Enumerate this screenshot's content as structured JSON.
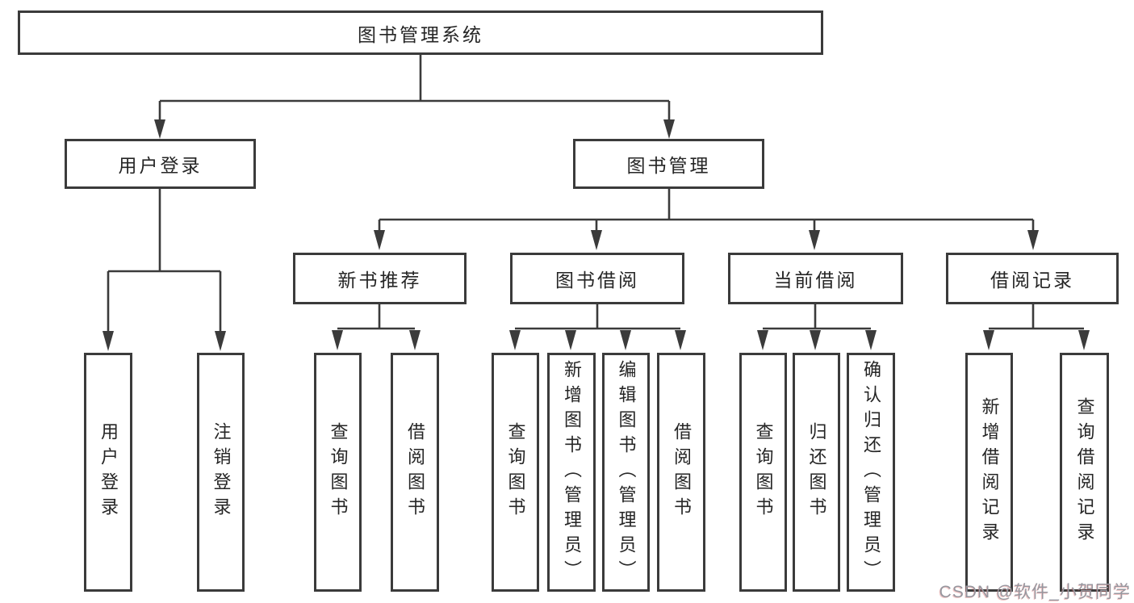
{
  "diagram": {
    "root": {
      "label": "图书管理系统"
    },
    "level2": [
      {
        "label": "用户登录"
      },
      {
        "label": "图书管理"
      }
    ],
    "level3": [
      {
        "label": "新书推荐"
      },
      {
        "label": "图书借阅"
      },
      {
        "label": "当前借阅"
      },
      {
        "label": "借阅记录"
      }
    ],
    "leaves": [
      "用户登录",
      "注销登录",
      "查询图书",
      "借阅图书",
      "查询图书",
      "新增图书（管理员）",
      "编辑图书（管理员）",
      "借阅图书",
      "查询图书",
      "归还图书",
      "确认归还（管理员）",
      "新增借阅记录",
      "查询借阅记录"
    ]
  },
  "watermark": {
    "text": "CSDN @软件_小贺同学"
  },
  "colors": {
    "line": "#3b3b3b",
    "box_border": "#3b3b3b",
    "text": "#252525",
    "background": "#ffffff",
    "watermark": "#97979f"
  }
}
